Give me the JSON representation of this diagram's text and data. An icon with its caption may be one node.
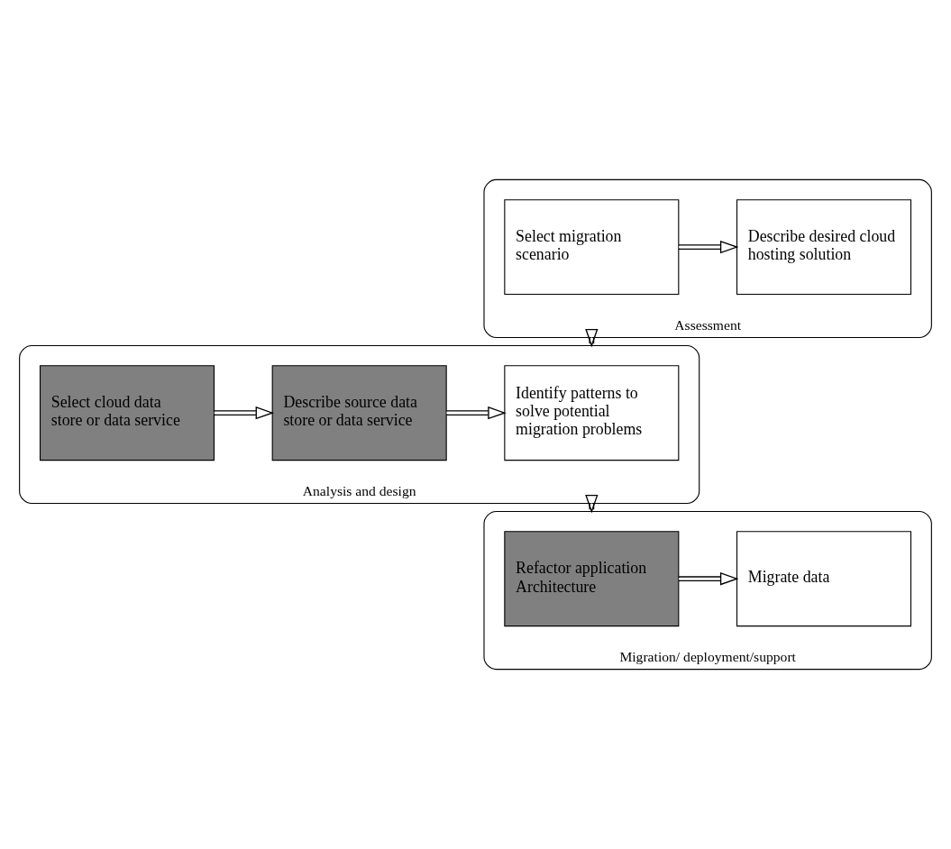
{
  "diagram": {
    "nodes": [
      {
        "text": [
          "Assessment"
        ]
      },
      {
        "text": [
          "Select migration scenario"
        ],
        "in": 0
      },
      {
        "text": [
          "Describe desired cloud hosting solution"
        ],
        "in": 0
      },
      {
        "text": [
          "Analysis and design"
        ]
      },
      {
        "text": [
          "Identify patterns to solve potential migration problems"
        ],
        "in": 3
      },
      {
        "text": [
          "Describe source data store or data service"
        ],
        "in": 3
      },
      {
        "text": [
          "Select cloud data store or data service"
        ],
        "in": 3
      },
      {
        "text": [
          "Migration/ deployment/support"
        ]
      },
      {
        "text": [
          "Refactor application Architecture"
        ],
        "in": 7
      },
      {
        "text": [
          "Migrate data"
        ],
        "in": 7
      }
    ],
    "edges": [
      {
        "from": 1,
        "to": 2,
        "arrow": "to"
      },
      {
        "from": 0,
        "to": 3,
        "arrow": "to"
      },
      {
        "from": 6,
        "to": 5,
        "arrow": "to"
      },
      {
        "from": 5,
        "to": 4,
        "arrow": "to"
      },
      {
        "from": 3,
        "to": 7,
        "arrow": "to"
      },
      {
        "from": 8,
        "to": 9,
        "arrow": "to"
      }
    ]
  }
}
